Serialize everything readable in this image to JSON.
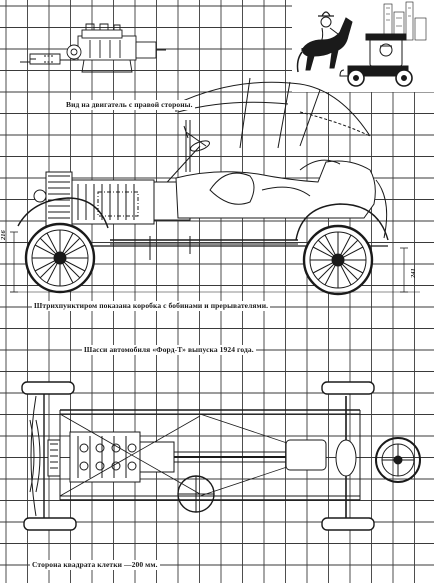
{
  "captions": {
    "engine_view": "Вид на двигатель с правой стороны.",
    "coil_box": "Штрихпунктиром показана коробка с бобинами и прерывателями.",
    "chassis_title": "Шасси автомобиля «Форд-Т» выпуска 1924 года.",
    "grid_note": "Сторона квадрата клетки —200 мм."
  },
  "dimensions": {
    "ground_left": "216",
    "ground_right": "241"
  },
  "colors": {
    "grid": "#3a3a3a",
    "ink": "#1a1a1a",
    "paper": "#ffffff",
    "hatch": "#555555"
  }
}
